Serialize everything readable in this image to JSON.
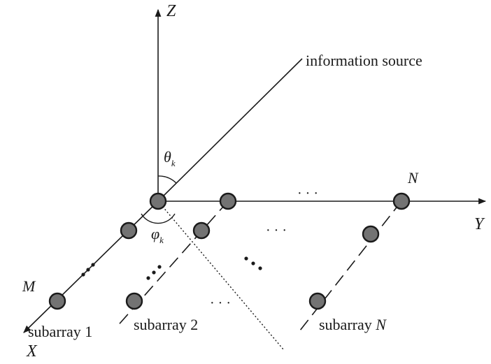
{
  "axes": {
    "z_label": "Z",
    "y_label": "Y",
    "x_label": "X"
  },
  "labels": {
    "information_source": "information source",
    "theta": "θ",
    "theta_sub": "k",
    "phi": "φ",
    "phi_sub": "k",
    "row_count": "M",
    "column_count": "N",
    "ellipsis_row": "· · ·",
    "ellipsis_mid": "· · ·",
    "ellipsis_bottom": "· · ·"
  },
  "subarrays": [
    {
      "prefix": "subarray ",
      "index": "1"
    },
    {
      "prefix": "subarray ",
      "index": "2"
    },
    {
      "prefix": "subarray ",
      "index": "N"
    }
  ],
  "colors": {
    "line": "#1a1a1a",
    "node_fill": "#737373",
    "node_stroke": "#1a1a1a",
    "background": "#ffffff"
  }
}
